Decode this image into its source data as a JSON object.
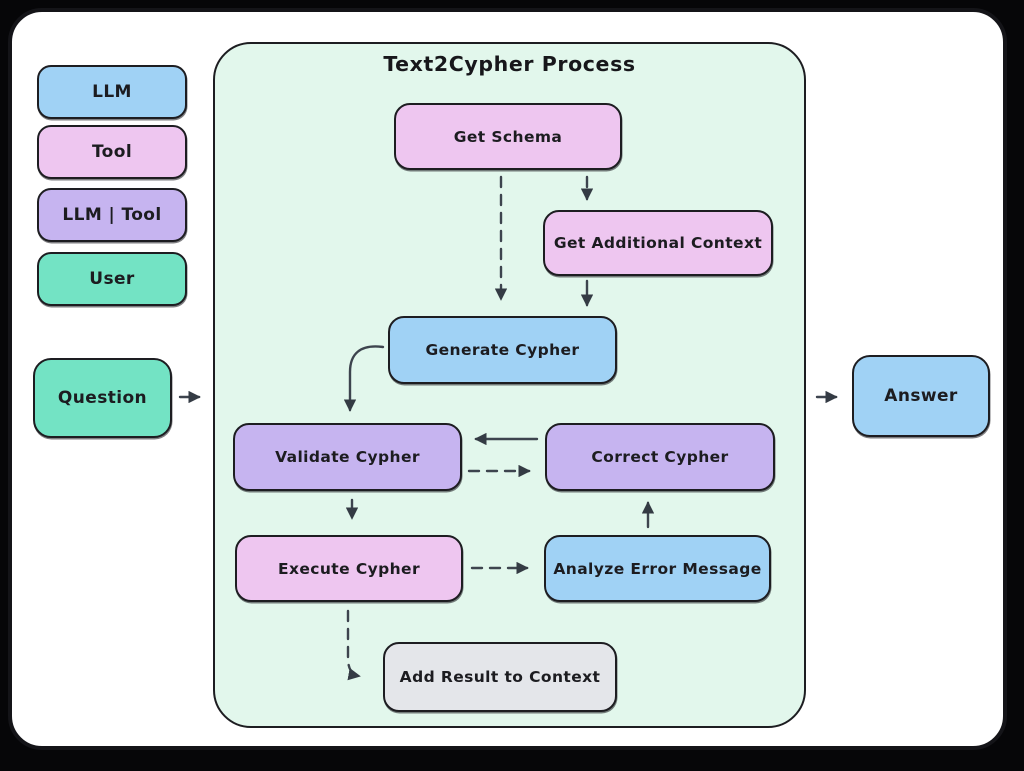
{
  "diagram": {
    "title": "Text2Cypher Process",
    "legend": {
      "items": [
        {
          "id": "llm",
          "label": "LLM",
          "color": "#a0d2f5"
        },
        {
          "id": "tool",
          "label": "Tool",
          "color": "#eec6f0"
        },
        {
          "id": "llm-tool",
          "label": "LLM | Tool",
          "color": "#c6b4f0"
        },
        {
          "id": "user",
          "label": "User",
          "color": "#73e3c4"
        }
      ]
    },
    "input": {
      "label": "Question",
      "color": "#73e3c4"
    },
    "output": {
      "label": "Answer",
      "color": "#a0d2f5"
    },
    "container": {
      "color": "#e2f7ec"
    },
    "nodes": [
      {
        "id": "get-schema",
        "label": "Get Schema",
        "color": "#eec6f0",
        "role": "tool"
      },
      {
        "id": "get-additional-context",
        "label": "Get Additional Context",
        "color": "#eec6f0",
        "role": "tool"
      },
      {
        "id": "generate-cypher",
        "label": "Generate Cypher",
        "color": "#a0d2f5",
        "role": "llm"
      },
      {
        "id": "validate-cypher",
        "label": "Validate Cypher",
        "color": "#c6b4f0",
        "role": "llm-tool"
      },
      {
        "id": "correct-cypher",
        "label": "Correct Cypher",
        "color": "#c6b4f0",
        "role": "llm-tool"
      },
      {
        "id": "execute-cypher",
        "label": "Execute Cypher",
        "color": "#eec6f0",
        "role": "tool"
      },
      {
        "id": "analyze-error-message",
        "label": "Analyze Error Message",
        "color": "#a0d2f5",
        "role": "llm"
      },
      {
        "id": "add-result-to-context",
        "label": "Add Result to Context",
        "color": "#e4e6ea",
        "role": "other"
      }
    ],
    "edges": [
      {
        "from": "question",
        "to": "text2cypher-process",
        "style": "solid"
      },
      {
        "from": "get-schema",
        "to": "generate-cypher",
        "style": "dashed"
      },
      {
        "from": "get-schema",
        "to": "get-additional-context",
        "style": "dashed"
      },
      {
        "from": "get-additional-context",
        "to": "generate-cypher",
        "style": "solid"
      },
      {
        "from": "generate-cypher",
        "to": "validate-cypher",
        "style": "solid"
      },
      {
        "from": "correct-cypher",
        "to": "validate-cypher",
        "style": "solid"
      },
      {
        "from": "validate-cypher",
        "to": "correct-cypher",
        "style": "dashed"
      },
      {
        "from": "validate-cypher",
        "to": "execute-cypher",
        "style": "dashed"
      },
      {
        "from": "execute-cypher",
        "to": "analyze-error-message",
        "style": "dashed"
      },
      {
        "from": "analyze-error-message",
        "to": "correct-cypher",
        "style": "solid"
      },
      {
        "from": "execute-cypher",
        "to": "add-result-to-context",
        "style": "dashed"
      },
      {
        "from": "text2cypher-process",
        "to": "answer",
        "style": "solid"
      }
    ],
    "colors": {
      "page_background": "#060608",
      "frame_background": "#ffffff",
      "node_border": "#1d1d21",
      "arrow": "#3d444e",
      "text": "#1c1c20"
    }
  }
}
